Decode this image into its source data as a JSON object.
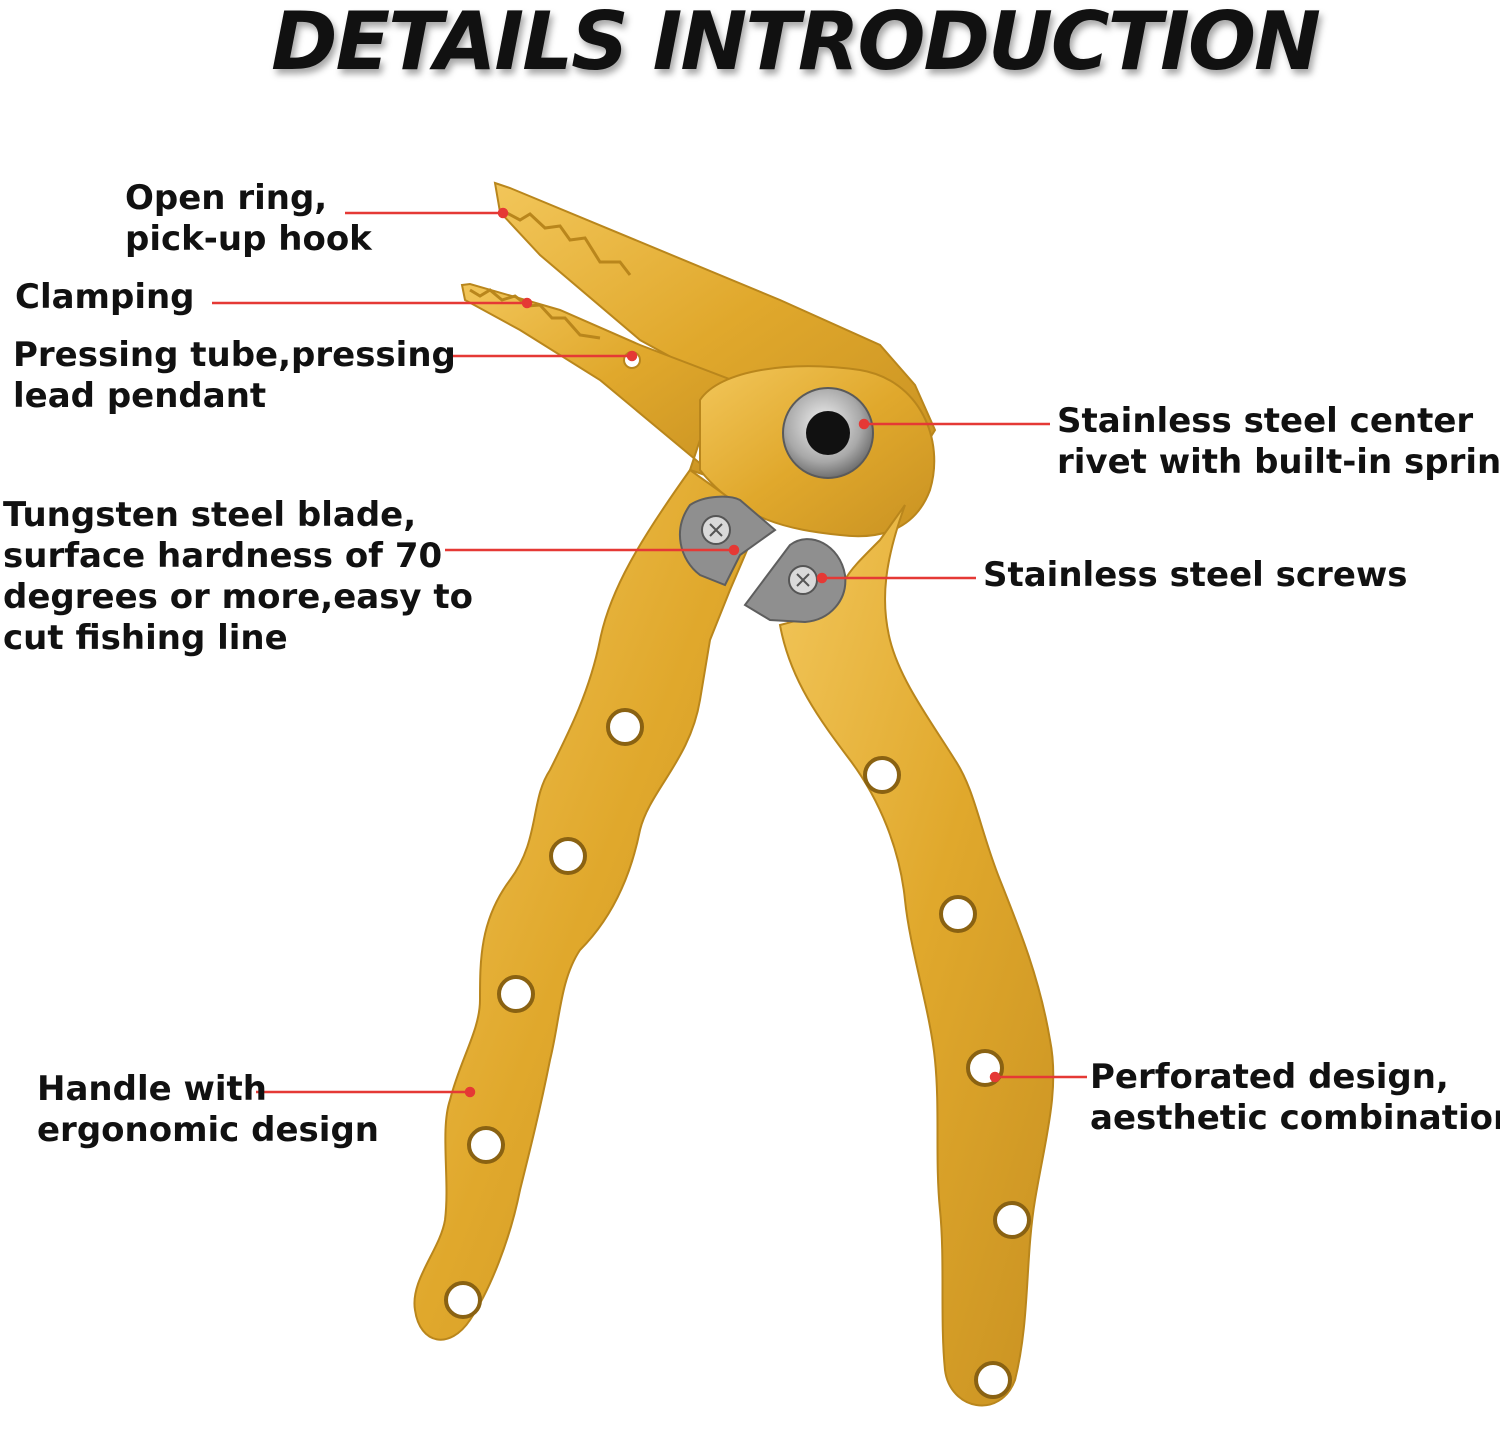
{
  "title": "DETAILS INTRODUCTION",
  "colors": {
    "gold": "#E0A82C",
    "gold_dark": "#B9861C",
    "gold_light": "#F2C65A",
    "leader_line": "#E53935",
    "steel": "#9E9E9E"
  },
  "callouts": [
    {
      "id": "open-ring",
      "lines": [
        "Open ring,",
        "pick-up hook"
      ]
    },
    {
      "id": "clamping",
      "lines": [
        "Clamping"
      ]
    },
    {
      "id": "pressing-tube",
      "lines": [
        "Pressing tube,pressing",
        "lead pendant"
      ]
    },
    {
      "id": "center-rivet",
      "lines": [
        "Stainless steel center",
        "rivet with built-in spring"
      ]
    },
    {
      "id": "tungsten-blade",
      "lines": [
        "Tungsten steel blade,",
        "surface hardness of 70",
        "degrees or more,easy to",
        "cut fishing line"
      ]
    },
    {
      "id": "screws",
      "lines": [
        "Stainless steel screws"
      ]
    },
    {
      "id": "handle",
      "lines": [
        "Handle with",
        "ergonomic design"
      ]
    },
    {
      "id": "perforated",
      "lines": [
        "Perforated design,",
        "aesthetic combination"
      ]
    }
  ]
}
